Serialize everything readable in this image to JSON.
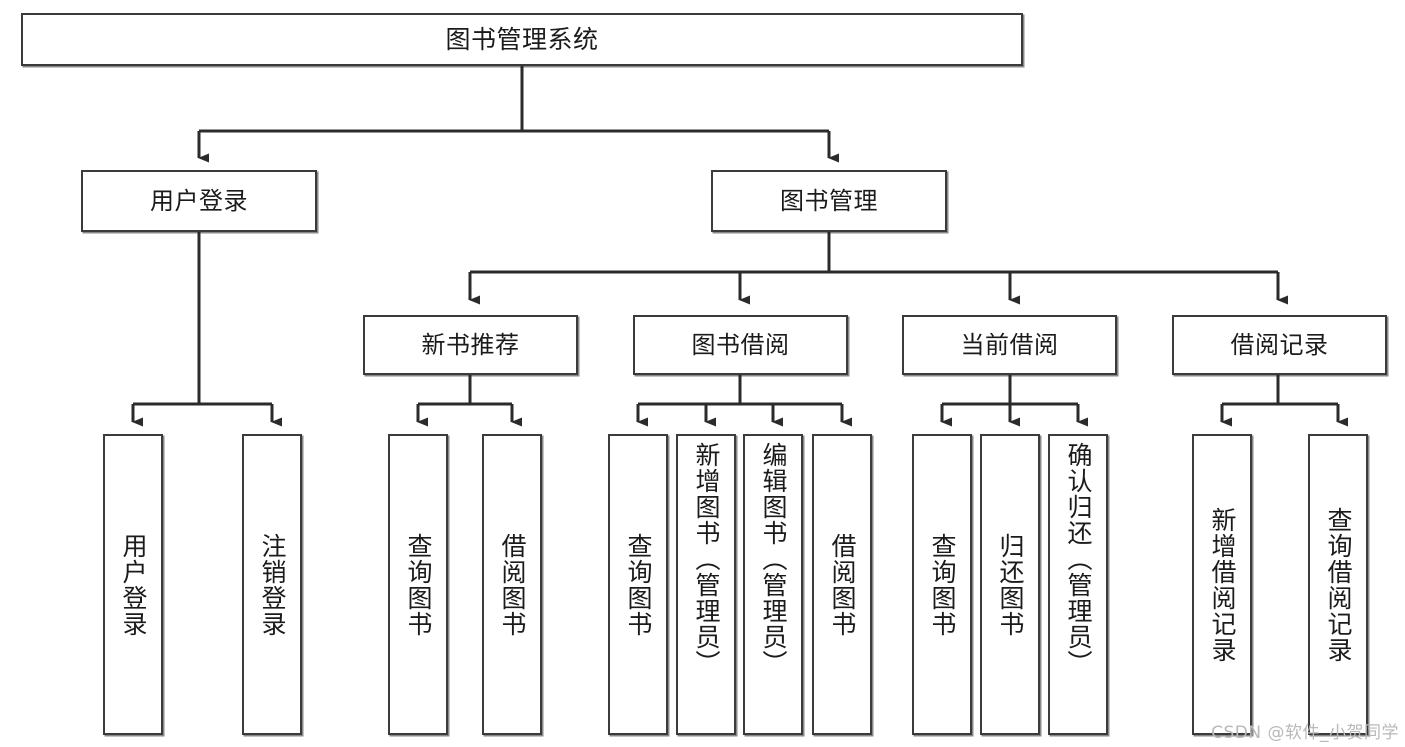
{
  "diagram": {
    "title": "图书管理系统",
    "watermark": "CSDN @软件_小贺同学",
    "colors": {
      "background": "#ffffff",
      "box_border": "#3b3b3b",
      "box_fill": "#ffffff",
      "edge": "#2b2b2b",
      "text": "#1b1b1b",
      "watermark": "#b9b9b9"
    },
    "levels": {
      "level1": [
        {
          "id": "root",
          "label": "图书管理系统"
        }
      ],
      "level2": [
        {
          "id": "user-login",
          "label": "用户登录"
        },
        {
          "id": "book-manage",
          "label": "图书管理"
        }
      ],
      "level3": [
        {
          "id": "new-book-rec",
          "label": "新书推荐",
          "parent": "book-manage"
        },
        {
          "id": "book-borrow",
          "label": "图书借阅",
          "parent": "book-manage"
        },
        {
          "id": "current-borrow",
          "label": "当前借阅",
          "parent": "book-manage"
        },
        {
          "id": "borrow-record",
          "label": "借阅记录",
          "parent": "book-manage"
        }
      ],
      "level4": [
        {
          "id": "leaf-user-login",
          "label": "用户登录",
          "parent": "user-login"
        },
        {
          "id": "leaf-user-logout",
          "label": "注销登录",
          "parent": "user-login"
        },
        {
          "id": "leaf-query-book-1",
          "label": "查询图书",
          "parent": "new-book-rec"
        },
        {
          "id": "leaf-borrow-book-1",
          "label": "借阅图书",
          "parent": "new-book-rec"
        },
        {
          "id": "leaf-query-book-2",
          "label": "查询图书",
          "parent": "book-borrow"
        },
        {
          "id": "leaf-add-book",
          "label": "新增图书（管理员）",
          "parent": "book-borrow"
        },
        {
          "id": "leaf-edit-book",
          "label": "编辑图书（管理员）",
          "parent": "book-borrow"
        },
        {
          "id": "leaf-borrow-book-2",
          "label": "借阅图书",
          "parent": "book-borrow"
        },
        {
          "id": "leaf-query-book-3",
          "label": "查询图书",
          "parent": "current-borrow"
        },
        {
          "id": "leaf-return-book",
          "label": "归还图书",
          "parent": "current-borrow"
        },
        {
          "id": "leaf-confirm-return",
          "label": "确认归还（管理员）",
          "parent": "current-borrow"
        },
        {
          "id": "leaf-add-record",
          "label": "新增借阅记录",
          "parent": "borrow-record"
        },
        {
          "id": "leaf-query-record",
          "label": "查询借阅记录",
          "parent": "borrow-record"
        }
      ]
    }
  }
}
